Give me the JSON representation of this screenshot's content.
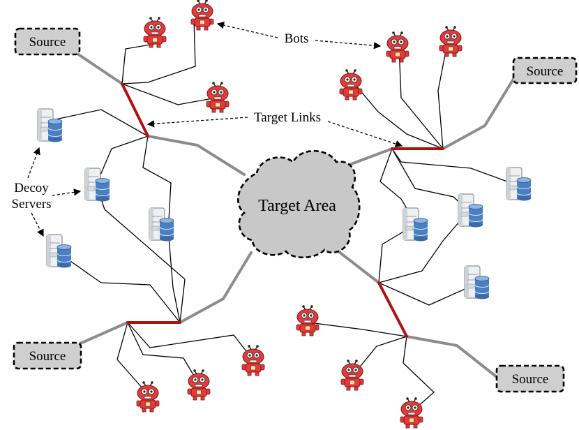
{
  "diagram": {
    "target_area_label": "Target Area",
    "source_label": "Source",
    "bots_label": "Bots",
    "target_links_label": "Target Links",
    "decoy_label_line1": "Decoy",
    "decoy_label_line2": "Servers"
  },
  "colors": {
    "target_link": "#b01010",
    "backbone": "#8c8c8c",
    "edge": "#000000",
    "cloud_fill": "#c8c8c8",
    "source_fill": "#cfcfcf",
    "bot_red": "#e23b3b",
    "server_blue": "#4a7fc1"
  },
  "icons": [
    "robot-bot-icon",
    "server-database-icon",
    "cloud-icon"
  ]
}
